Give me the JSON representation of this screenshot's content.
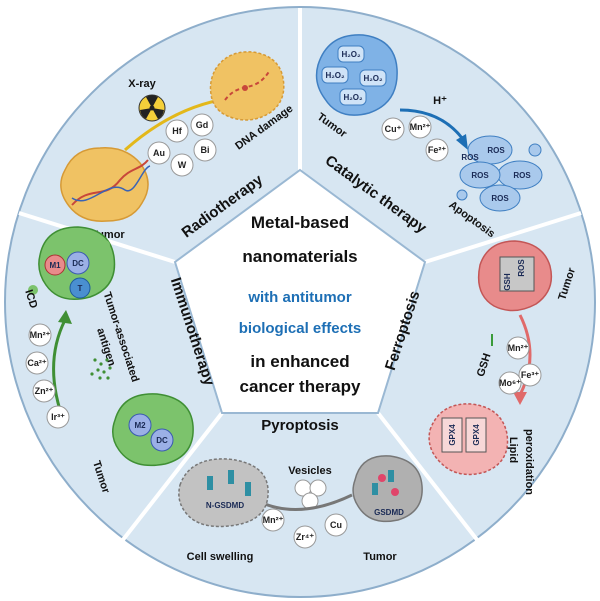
{
  "center": {
    "line1": "Metal-based",
    "line2": "nanomaterials",
    "line3": "with antitumor",
    "line4": "biological effects",
    "line5": "in enhanced",
    "line6": "cancer therapy"
  },
  "sections": {
    "radiotherapy": "Radiotherapy",
    "catalytic": "Catalytic therapy",
    "ferroptosis": "Ferroptosis",
    "pyroptosis": "Pyroptosis",
    "immunotherapy": "Immunotherapy"
  },
  "radiotherapy": {
    "xray": "X-ray",
    "dna_damage": "DNA damage",
    "tumor": "Tumor",
    "metals": [
      "Hf",
      "Gd",
      "Au",
      "W",
      "Bi"
    ]
  },
  "catalytic": {
    "tumor": "Tumor",
    "h2o2": [
      "H₂O₂",
      "H₂O₂",
      "H₂O₂",
      "H₂O₂"
    ],
    "h_plus": "H⁺",
    "ions": [
      "Cu⁺",
      "Mn²⁺",
      "Fe²⁺"
    ],
    "ros": [
      "ROS",
      "ROS",
      "ROS",
      "ROS",
      "ROS"
    ],
    "apoptosis": "Apoptosis"
  },
  "ferroptosis": {
    "tumor": "Tumor",
    "gsh_label": "GSH",
    "ros_label": "ROS",
    "gsh_arrow": "GSH",
    "ions": [
      "Mn²⁺",
      "Fe³⁺",
      "Mo⁶⁺"
    ],
    "gpx4": [
      "GPX4",
      "GPX4"
    ],
    "lipid": "Lipid",
    "peroxidation": "peroxidation"
  },
  "pyroptosis": {
    "vesicles": "Vesicles",
    "gsdmd": "GSDMD",
    "n_gsdmd": "N-GSDMD",
    "ions": [
      "Mn²⁺",
      "Zr⁴⁺",
      "Cu"
    ],
    "cell_swelling": "Cell swelling",
    "tumor": "Tumor"
  },
  "immunotherapy": {
    "icd": "ICD",
    "antigen1": "Tumor-associated",
    "antigen2": "antigen",
    "ions": [
      "Mn²⁺",
      "Ca²⁺",
      "Zn²⁺",
      "Ir³⁺"
    ],
    "m1": "M1",
    "dc_top": "DC",
    "t": "T",
    "m2": "M2",
    "dc_bottom": "DC",
    "tumor": "Tumor"
  },
  "colors": {
    "ring": "#d7e6f2",
    "ring_stroke": "#8eaecb",
    "center": "#ffffff",
    "accent_blue": "#1d6fb5",
    "tumor_yellow": "#f0c263",
    "tumor_red": "#e88b8b",
    "tumor_gray": "#b0b0b0",
    "macrophage_green": "#7cc36c",
    "ros_blue": "#a9c9ec"
  }
}
